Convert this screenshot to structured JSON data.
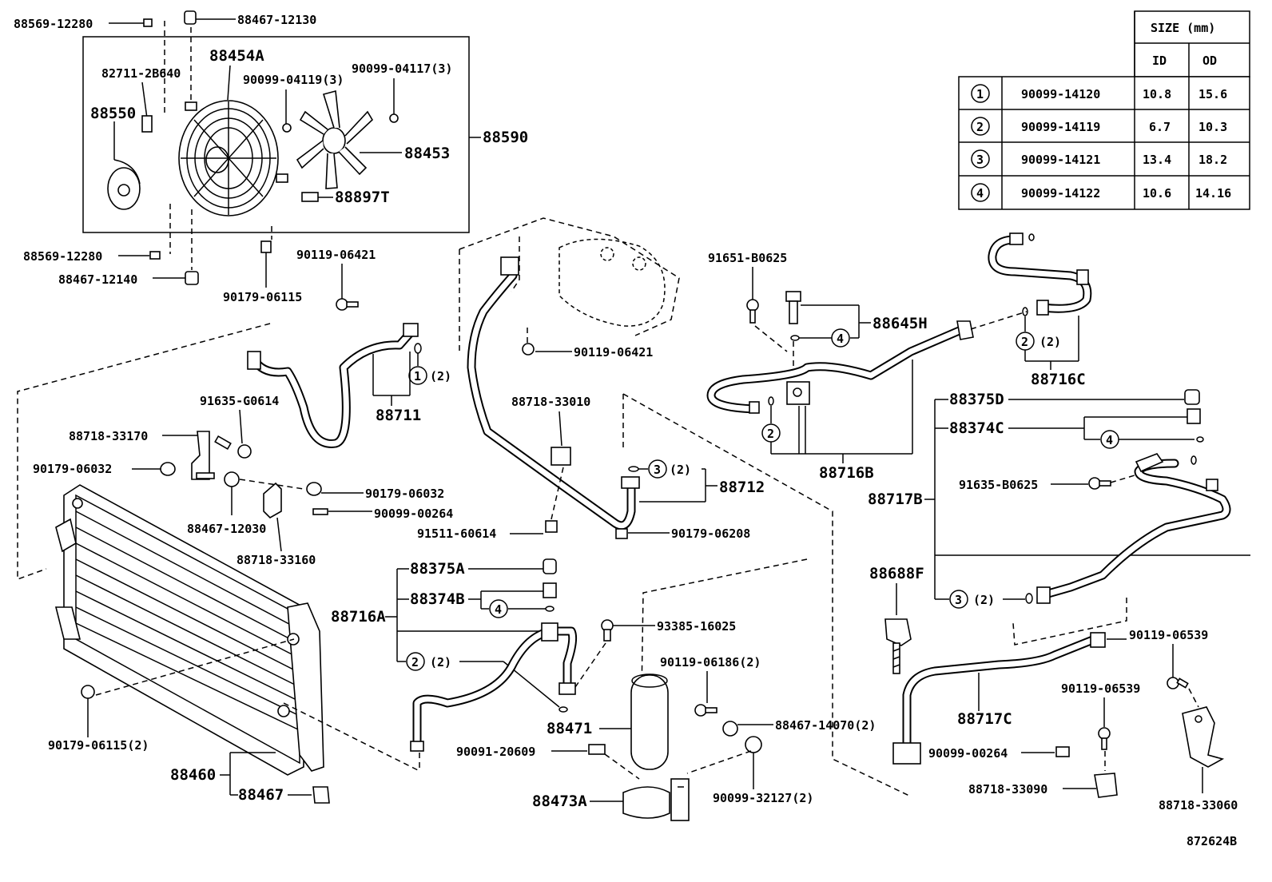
{
  "size_table": {
    "heading": "SIZE (mm)",
    "col_id": "ID",
    "col_od": "OD",
    "rows": [
      {
        "key": "1",
        "part": "90099-14120",
        "id": "10.8",
        "od": "15.6"
      },
      {
        "key": "2",
        "part": "90099-14119",
        "id": "6.7",
        "od": "10.3"
      },
      {
        "key": "3",
        "part": "90099-14121",
        "id": "13.4",
        "od": "18.2"
      },
      {
        "key": "4",
        "part": "90099-14122",
        "id": "10.6",
        "od": "14.16"
      }
    ]
  },
  "labels": {
    "fan_bolt_top": "88569-12280",
    "fan_grommet_top": "88467-12130",
    "fan_shroud": "88454A",
    "fan_plate": "82711-2B640",
    "fan_screw_a": "90099-04119(3)",
    "fan_screw_b": "90099-04117(3)",
    "fan_motor": "88550",
    "fan_assy": "88590",
    "fan_blade": "88453",
    "fan_nut": "88897T",
    "fan_bolt_bottom": "88569-12280",
    "fan_grommet_bottom": "88467-12140",
    "fan_nut_bottom": "90179-06115",
    "hose_bolt": "90119-06421",
    "suction_bolt": "90119-06421",
    "hose_bolt2": "91635-G0614",
    "disch_hose": "88711",
    "oring1_qty": "(2)",
    "bracket_a": "88718-33170",
    "nut_a": "90179-06032",
    "grommet_a": "88467-12030",
    "nut_b": "90179-06032",
    "screw_a": "90099-00264",
    "bracket_b": "88718-33160",
    "clamp_a": "88718-33010",
    "bolt_a": "91511-60614",
    "liquid_pipe": "88712",
    "oring3_qty": "(2)",
    "nut_c": "90179-06208",
    "cap_a": "88375A",
    "valve_b": "88374B",
    "tube_a": "88716A",
    "oring2_qty": "(2)",
    "bolt_b": "93385-16025",
    "bolt_c": "90119-06186(2)",
    "receiver": "88471",
    "cushion": "88467-14070(2)",
    "screw_b": "90091-20609",
    "cushion_b": "90099-32127(2)",
    "bracket_c": "88473A",
    "condenser": "88460",
    "condenser_nut": "90179-06115(2)",
    "insulator": "88467",
    "sensor_bolt": "91651-B0625",
    "pressure_switch": "88645H",
    "pipe_b": "88716B",
    "hose_c": "88716C",
    "oring2b_qty": "(2)",
    "cap_d": "88375D",
    "valve_c": "88374C",
    "bolt_d": "91635-B0625",
    "tube_b": "88717B",
    "oring3b_qty": "(2)",
    "clamp_f": "88688F",
    "bolt_e": "90119-06539",
    "bolt_f": "90119-06539",
    "tube_c": "88717C",
    "screw_c": "90099-00264",
    "clamp_g": "88718-33090",
    "clamp_h": "88718-33060",
    "illustration_no": "872624B"
  }
}
